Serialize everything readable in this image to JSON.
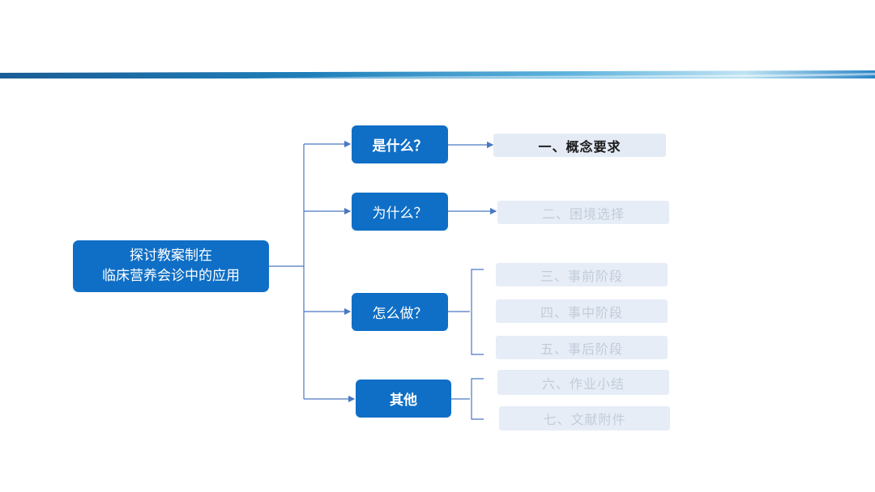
{
  "root": {
    "line1": "探讨教案制在",
    "line2": "临床营养会诊中的应用"
  },
  "questions": [
    "是什么？",
    "为什么？",
    "怎么做？",
    "其他"
  ],
  "answers": [
    "一、概念要求",
    "二、困境选择",
    "三、事前阶段",
    "四、事中阶段",
    "五、事后阶段",
    "六、作业小结",
    "七、文献附件"
  ],
  "colors": {
    "primary": "#0f6fc6",
    "line": "#4a78c2",
    "answer_bg": "#e6edf7",
    "answer_dim_text": "#c2ccd8"
  }
}
